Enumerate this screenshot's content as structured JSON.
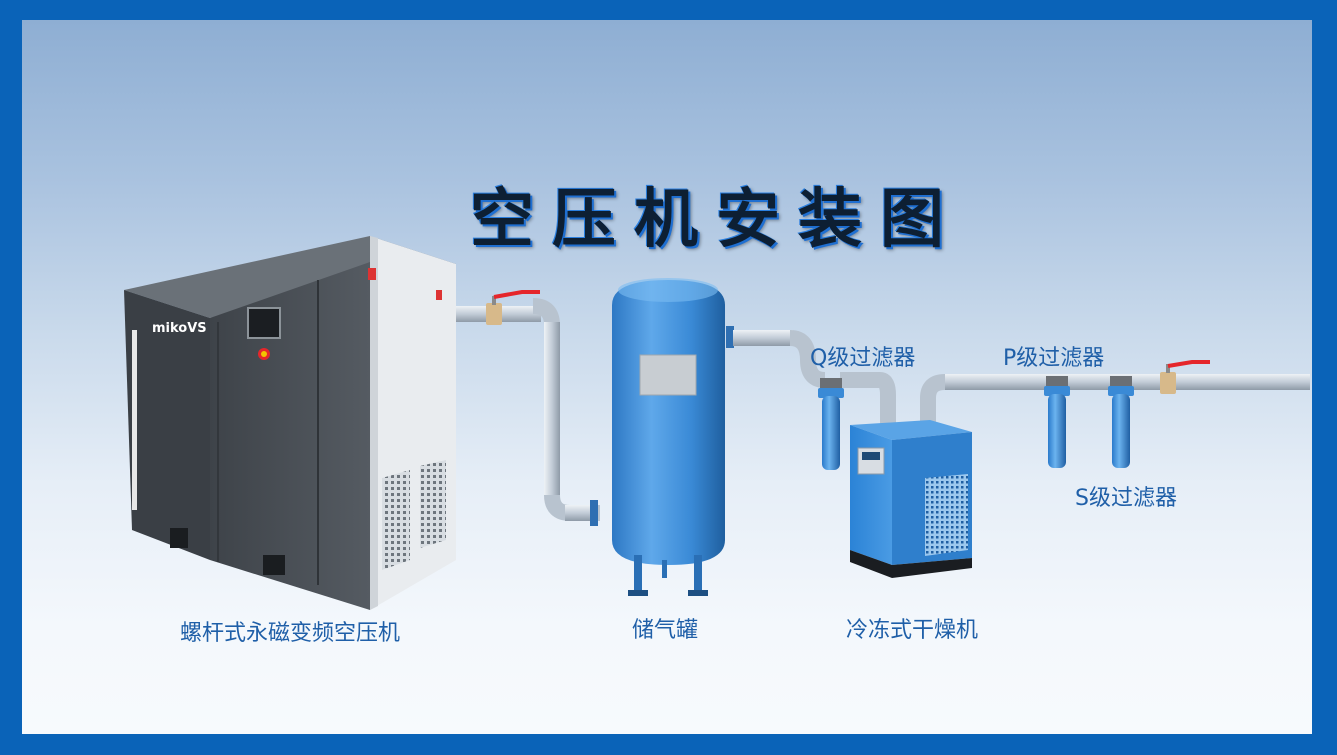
{
  "title": "空压机安装图",
  "brand": "mikoVS",
  "labels": {
    "compressor": "螺杆式永磁变频空压机",
    "tank": "储气罐",
    "dryer": "冷冻式干燥机",
    "q_filter": "Q级过滤器",
    "p_filter": "P级过滤器",
    "s_filter": "S级过滤器"
  },
  "colors": {
    "frame": "#0a63b8",
    "tank": "#3b8fd9",
    "pipe": "#c6d0da",
    "compressor": "#4a4f55",
    "valve_handle": "#e5262b",
    "dryer": "#2f86d6"
  }
}
